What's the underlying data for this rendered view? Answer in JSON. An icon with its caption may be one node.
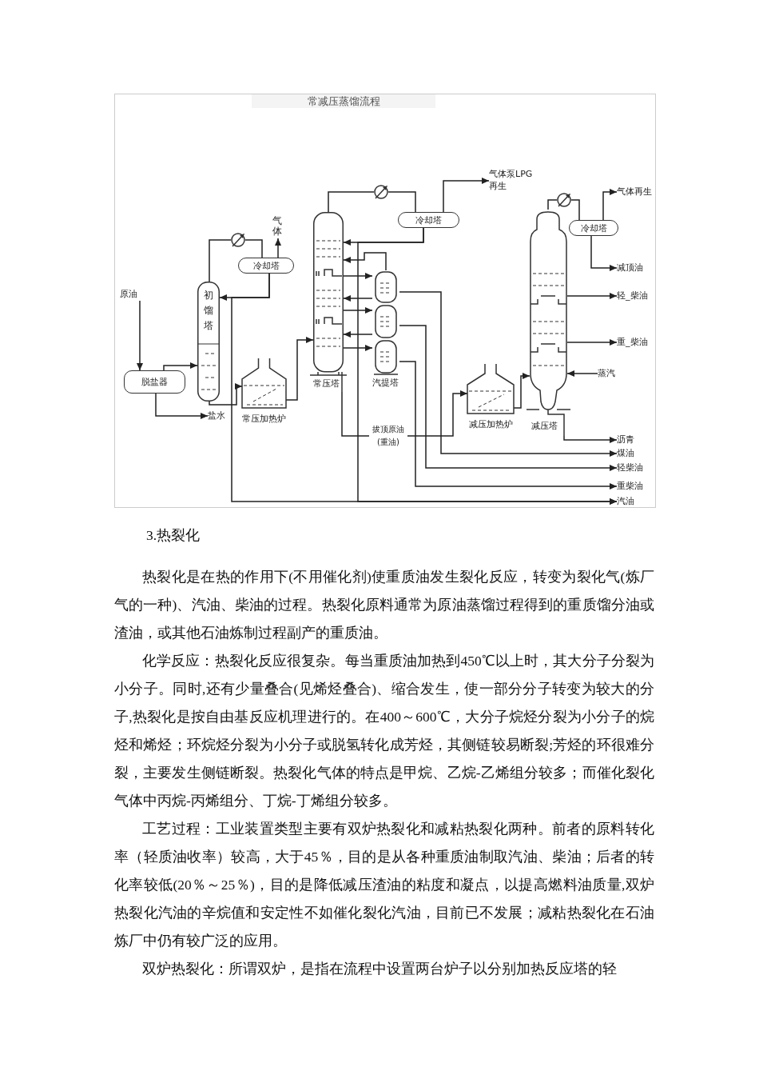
{
  "diagram": {
    "title": "常减压蒸馏流程",
    "nodes": [
      {
        "text": [
          "原油"
        ]
      },
      {
        "text": [
          "脱盐器"
        ]
      },
      {
        "text": [
          "盐水"
        ]
      },
      {
        "text": [
          "初馏塔"
        ]
      },
      {
        "text": [],
        "shape": "circle"
      },
      {
        "text": [
          "冷却塔"
        ]
      },
      {
        "text": [
          "气体"
        ]
      },
      {
        "text": [
          "常压加热炉"
        ]
      },
      {
        "text": [
          "常压塔"
        ]
      },
      {
        "text": [],
        "shape": "circle"
      },
      {
        "text": [
          "冷却塔"
        ]
      },
      {
        "text": [
          "气体泵LPG再生"
        ]
      },
      {
        "text": [
          "汽提塔"
        ]
      },
      {
        "text": [
          "减压加热炉"
        ]
      },
      {
        "text": [
          "减压塔"
        ]
      },
      {
        "text": [],
        "shape": "circle"
      },
      {
        "text": [
          "冷却塔"
        ]
      },
      {
        "text": [
          "气体再生"
        ]
      },
      {
        "text": [
          "减顶油"
        ]
      },
      {
        "text": [
          "轻_柴油"
        ]
      },
      {
        "text": [
          "重_柴油"
        ]
      },
      {
        "text": [
          "蒸汽"
        ]
      },
      {
        "text": [
          "沥青"
        ]
      },
      {
        "text": [
          "煤油"
        ]
      },
      {
        "text": [
          "轻柴油"
        ]
      },
      {
        "text": [
          "重柴油"
        ]
      },
      {
        "text": [
          "汽油"
        ]
      }
    ],
    "edges": [
      {
        "from": 0,
        "to": 1,
        "arrow": "to"
      },
      {
        "from": 1,
        "to": 3,
        "arrow": "to"
      },
      {
        "from": 1,
        "to": 2,
        "arrow": "to"
      },
      {
        "from": 3,
        "to": 4,
        "arrow": "none"
      },
      {
        "from": 4,
        "to": 5,
        "arrow": "none"
      },
      {
        "from": 5,
        "to": 6,
        "arrow": "to"
      },
      {
        "from": 5,
        "to": 3,
        "arrow": "to"
      },
      {
        "from": 5,
        "to": 26,
        "arrow": "to"
      },
      {
        "from": 3,
        "to": 7,
        "arrow": "to"
      },
      {
        "from": 7,
        "to": 8,
        "arrow": "to"
      },
      {
        "from": 8,
        "to": 9,
        "arrow": "none"
      },
      {
        "from": 9,
        "to": 10,
        "arrow": "none"
      },
      {
        "from": 10,
        "to": 11,
        "arrow": "to"
      },
      {
        "from": 10,
        "to": 8,
        "arrow": "to"
      },
      {
        "from": 10,
        "to": 26,
        "arrow": "to"
      },
      {
        "from": 8,
        "to": 12,
        "arrow": "to"
      },
      {
        "from": 12,
        "to": 8,
        "arrow": "to"
      },
      {
        "from": 12,
        "to": 8,
        "arrow": "to"
      },
      {
        "from": 8,
        "to": 12,
        "arrow": "to"
      },
      {
        "from": 12,
        "to": 8,
        "arrow": "to"
      },
      {
        "from": 8,
        "to": 12,
        "arrow": "to"
      },
      {
        "from": 12,
        "to": 23,
        "arrow": "to"
      },
      {
        "from": 12,
        "to": 24,
        "arrow": "to"
      },
      {
        "from": 12,
        "to": 25,
        "arrow": "to"
      },
      {
        "from": 8,
        "to": 13,
        "arrow": "to",
        "label": "拔顶原油 (重油)"
      },
      {
        "from": 13,
        "to": 14,
        "arrow": "to"
      },
      {
        "from": 14,
        "to": 15,
        "arrow": "none"
      },
      {
        "from": 15,
        "to": 16,
        "arrow": "none"
      },
      {
        "from": 16,
        "to": 17,
        "arrow": "to"
      },
      {
        "from": 16,
        "to": 18,
        "arrow": "to"
      },
      {
        "from": 14,
        "to": 19,
        "arrow": "to"
      },
      {
        "from": 14,
        "to": 20,
        "arrow": "to"
      },
      {
        "from": 21,
        "to": 14,
        "arrow": "to"
      },
      {
        "from": 14,
        "to": 22,
        "arrow": "to"
      }
    ],
    "labels": [
      "3.热裂化",
      "热裂化是在热的作用下(不用催化剂)使重质油发生裂化反应，转变为裂化气(炼厂气的一种)、汽油、柴油的过程。热裂化原料通常为原油蒸馏过程得到的重质馏分油或渣油，或其他石油炼制过程副产的重质油。",
      "化学反应：热裂化反应很复杂。每当重质油加热到450℃以上时，其大分子分裂为小分子。同时,还有少量叠合(见烯烃叠合)、缩合发生，使一部分分子转变为较大的分子,热裂化是按自由基反应机理进行的。在400～600℃，大分子烷烃分裂为小分子的烷烃和烯烃；环烷烃分裂为小分子或脱氢转化成芳烃，其侧链较易断裂;芳烃的环很难分裂，主要发生侧链断裂。热裂化气体的特点是甲烷、乙烷-乙烯组分较多；而催化裂化气体中丙烷-丙烯组分、丁烷-丁烯组分较多。",
      "工艺过程：工业装置类型主要有双炉热裂化和减粘热裂化两种。前者的原料转化率（轻质油收率）较高，大于45％，目的是从各种重质油制取汽油、柴油；后者的转化率较低(20％～25％)，目的是降低减压渣油的粘度和凝点，以提高燃料油质量,双炉热裂化汽油的辛烷值和安定性不如催化裂化汽油，目前已不发展；减粘热裂化在石油炼厂中仍有较广泛的应用。",
      "双炉热裂化：所谓双炉，是指在流程中设置两台炉子以分别加热反应塔的轻"
    ]
  }
}
